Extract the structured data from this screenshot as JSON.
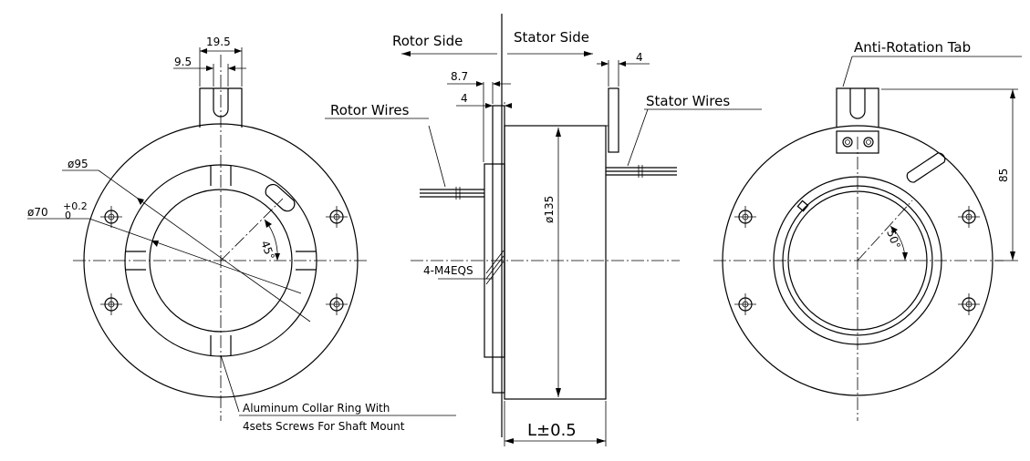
{
  "left_view": {
    "dim_slot_width": "19.5",
    "dim_slot_offset": "9.5",
    "dim_dia_outer": "ø95",
    "dim_dia_bore": "ø70",
    "dim_dia_bore_tol_upper": "+0.2",
    "dim_dia_bore_tol_lower": "0",
    "dim_angle": "45°",
    "note_line1": "Aluminum Collar Ring With",
    "note_line2": "4sets Screws For Shaft Mount"
  },
  "side_view": {
    "rotor_side": "Rotor Side",
    "stator_side": "Stator Side",
    "dim_flange_gap": "8.7",
    "dim_flange_thk": "4",
    "dim_tab_thk": "4",
    "rotor_wires": "Rotor Wires",
    "stator_wires": "Stator Wires",
    "dim_body_dia": "ø135",
    "screw_callout": "4-M4EQS",
    "dim_length": "L±0.5"
  },
  "right_view": {
    "anti_rotation_tab": "Anti-Rotation Tab",
    "dim_height": "85",
    "dim_angle": "50°"
  }
}
